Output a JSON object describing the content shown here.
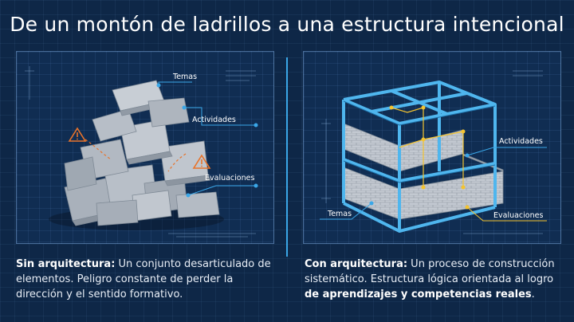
{
  "title": "De un montón de ladrillos a una estructura intencional",
  "left": {
    "labels": {
      "temas": "Temas",
      "actividades": "Actividades",
      "evaluaciones": "Evaluaciones"
    },
    "caption_bold": "Sin arquitectura:",
    "caption_text": " Un conjunto desarticulado de elementos. Peligro constante de perder la dirección y el sentido formativo."
  },
  "right": {
    "labels": {
      "actividades": "Actividades",
      "temas": "Temas",
      "evaluaciones": "Evaluaciones"
    },
    "caption_bold": "Con arquitectura:",
    "caption_text": " Un proceso de construcción sistemático. Estructura lógica orientada al logro ",
    "caption_bold_end": "de aprendizajes y competencias reales",
    "caption_end": "."
  },
  "colors": {
    "background": "#0e2747",
    "accent_blue": "#3aa7e8",
    "accent_yellow": "#f4c430",
    "warning_orange": "#e8732a"
  }
}
